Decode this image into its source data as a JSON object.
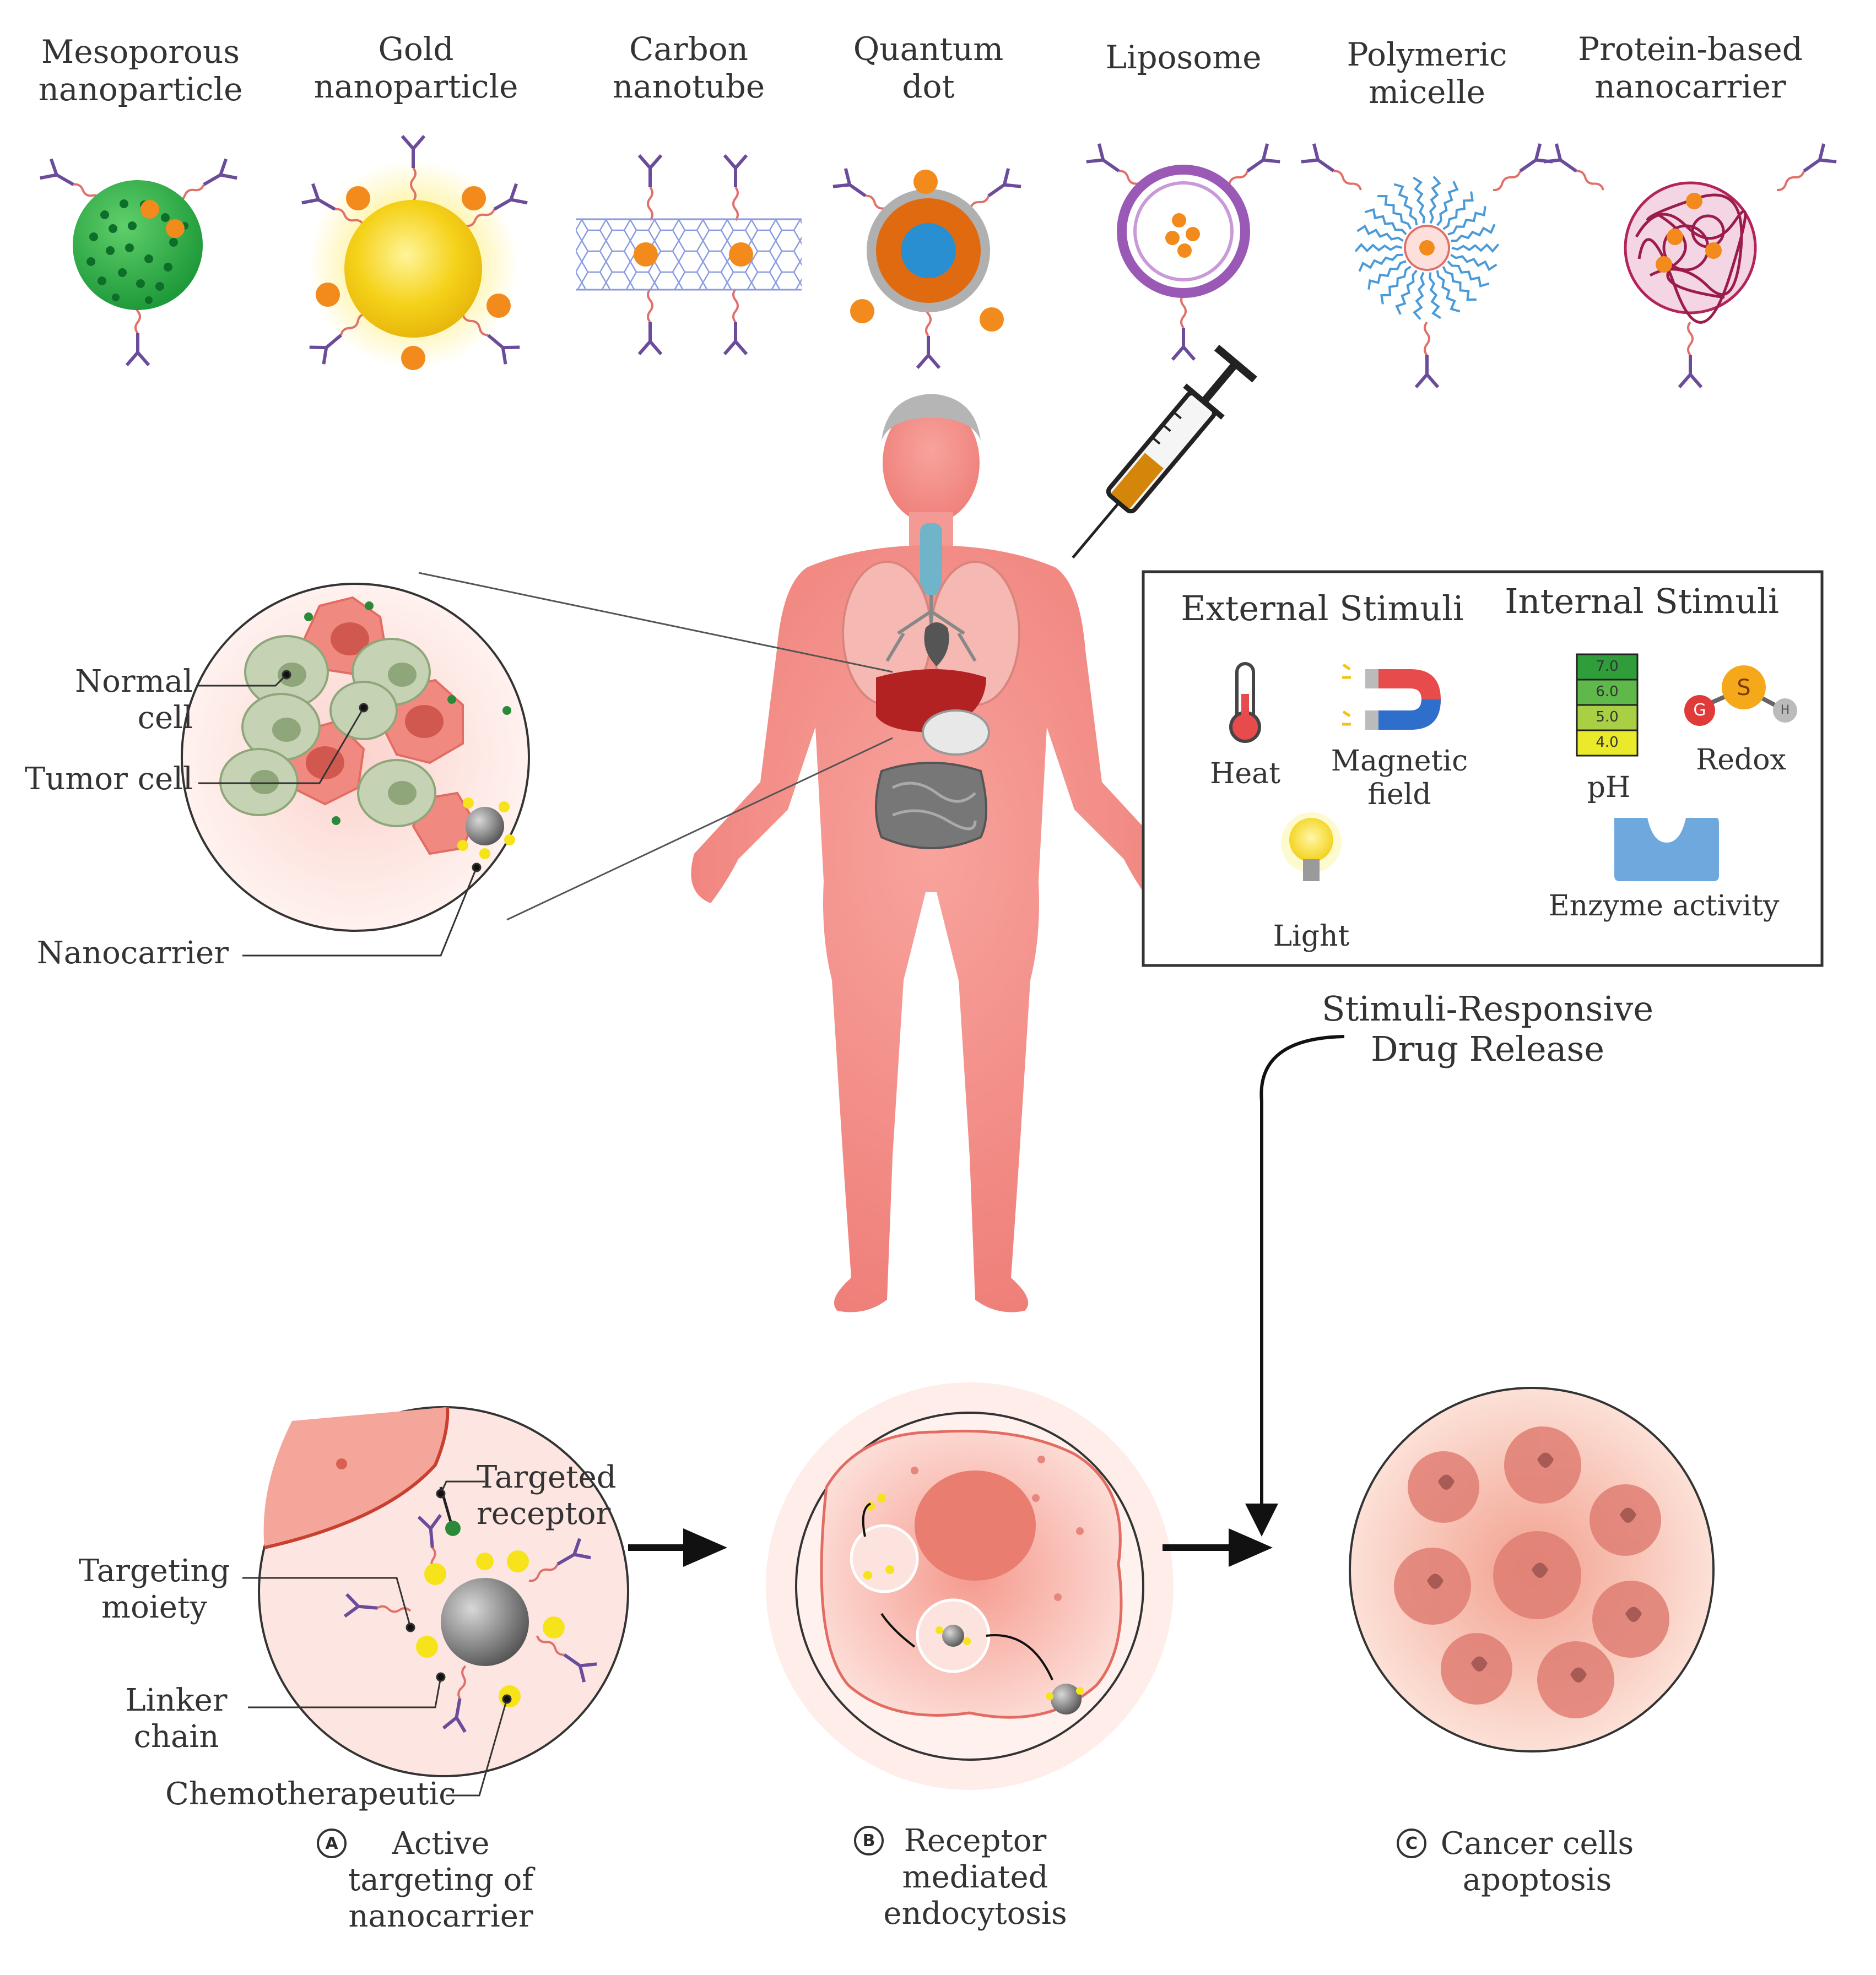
{
  "nanocarriers": [
    {
      "label": "Mesoporous\nnanoparticle"
    },
    {
      "label": "Gold\nnanoparticle"
    },
    {
      "label": "Carbon\nnanotube"
    },
    {
      "label": "Quantum\ndot"
    },
    {
      "label": "Liposome"
    },
    {
      "label": "Polymeric\nmicelle"
    },
    {
      "label": "Protein-based\nnanocarrier"
    }
  ],
  "tissue": {
    "normal_cell": "Normal cell",
    "tumor_cell": "Tumor cell",
    "nanocarrier": "Nanocarrier"
  },
  "stimuli": {
    "external_title": "External Stimuli",
    "internal_title": "Internal Stimuli",
    "heat": "Heat",
    "magnetic": "Magnetic\nfield",
    "light": "Light",
    "ph": "pH",
    "ph_scale": [
      "7.0",
      "6.0",
      "5.0",
      "4.0"
    ],
    "redox": "Redox",
    "redox_atoms": [
      "G",
      "S",
      "H"
    ],
    "enzyme": "Enzyme activity"
  },
  "release_label": "Stimuli-Responsive\nDrug Release",
  "panel_a": {
    "targeted_receptor": "Targeted\nreceptor",
    "targeting_moiety": "Targeting\nmoiety",
    "linker_chain": "Linker\nchain",
    "chemo": "Chemotherapeutic",
    "badge": "A",
    "caption": "Active\ntargeting of\nnanocarrier"
  },
  "panel_b": {
    "badge": "B",
    "caption": "Receptor\nmediated\nendocytosis"
  },
  "panel_c": {
    "badge": "C",
    "caption": "Cancer cells\napoptosis"
  },
  "colors": {
    "antibody": "#6b4c9a",
    "drug": "#f28a1c",
    "gold": "#f5d21a",
    "body": "#f07d78",
    "tumor": "#f08a80",
    "normal": "#b9c9a7"
  }
}
